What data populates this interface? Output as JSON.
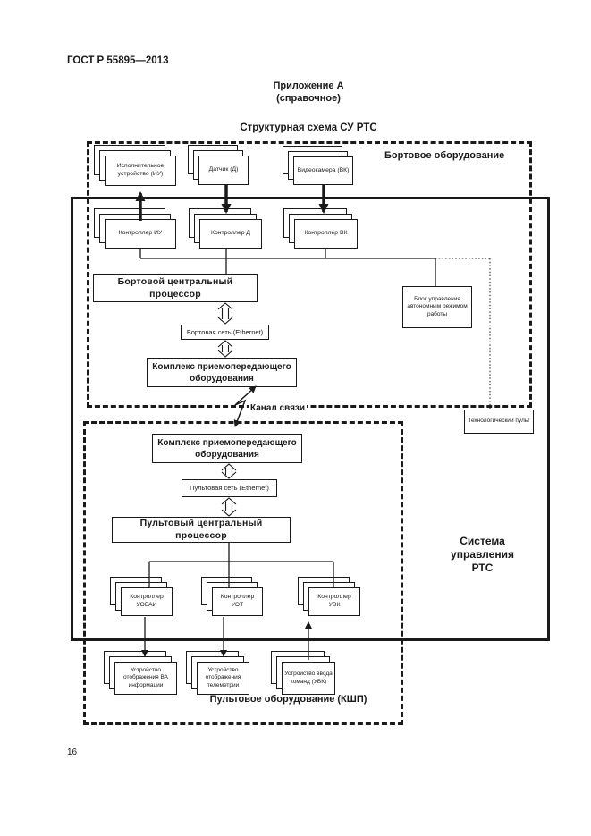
{
  "page": {
    "doc_number": "ГОСТ Р 55895—2013",
    "appendix_line1": "Приложение А",
    "appendix_line2": "(справочное)",
    "diagram_title": "Структурная схема СУ РТС",
    "page_number": "16"
  },
  "diagram": {
    "onboard_section_label": "Бортовое оборудование",
    "console_section_label": "Пультовое оборудование (КШП)",
    "system_label_line1": "Система",
    "system_label_line2": "управления",
    "system_label_line3": "РТС",
    "channel_label": "Канал связи",
    "boxes": {
      "actuator": "Исполнительное устройство (ИУ)",
      "sensor": "Датчик (Д)",
      "camera": "Видеокамера (ВК)",
      "ctrl_iu": "Контроллер ИУ",
      "ctrl_d": "Контроллер Д",
      "ctrl_vk": "Контроллер ВК",
      "onboard_cpu": "Бортовой центральный процессор",
      "onboard_net": "Бортовая сеть (Ethernet)",
      "onboard_transceiver": "Комплекс приемопередающего оборудования",
      "auto_mode_unit": "Блок управления автономным режимом работы",
      "tech_console": "Технологический пульт",
      "console_transceiver": "Комплекс приемопередающего оборудования",
      "console_net": "Пультовая сеть (Ethernet)",
      "console_cpu": "Пультовый центральный процессор",
      "ctrl_uovai": "Контроллер УОВАИ",
      "ctrl_uot": "Контроллер УОТ",
      "ctrl_uvk": "Контроллер УВК",
      "display_va": "Устройство отображения ВА информации",
      "display_telemetry": "Устройство отображения телеметрии",
      "input_uvk": "Устройство ввода команд (УВК)"
    }
  }
}
